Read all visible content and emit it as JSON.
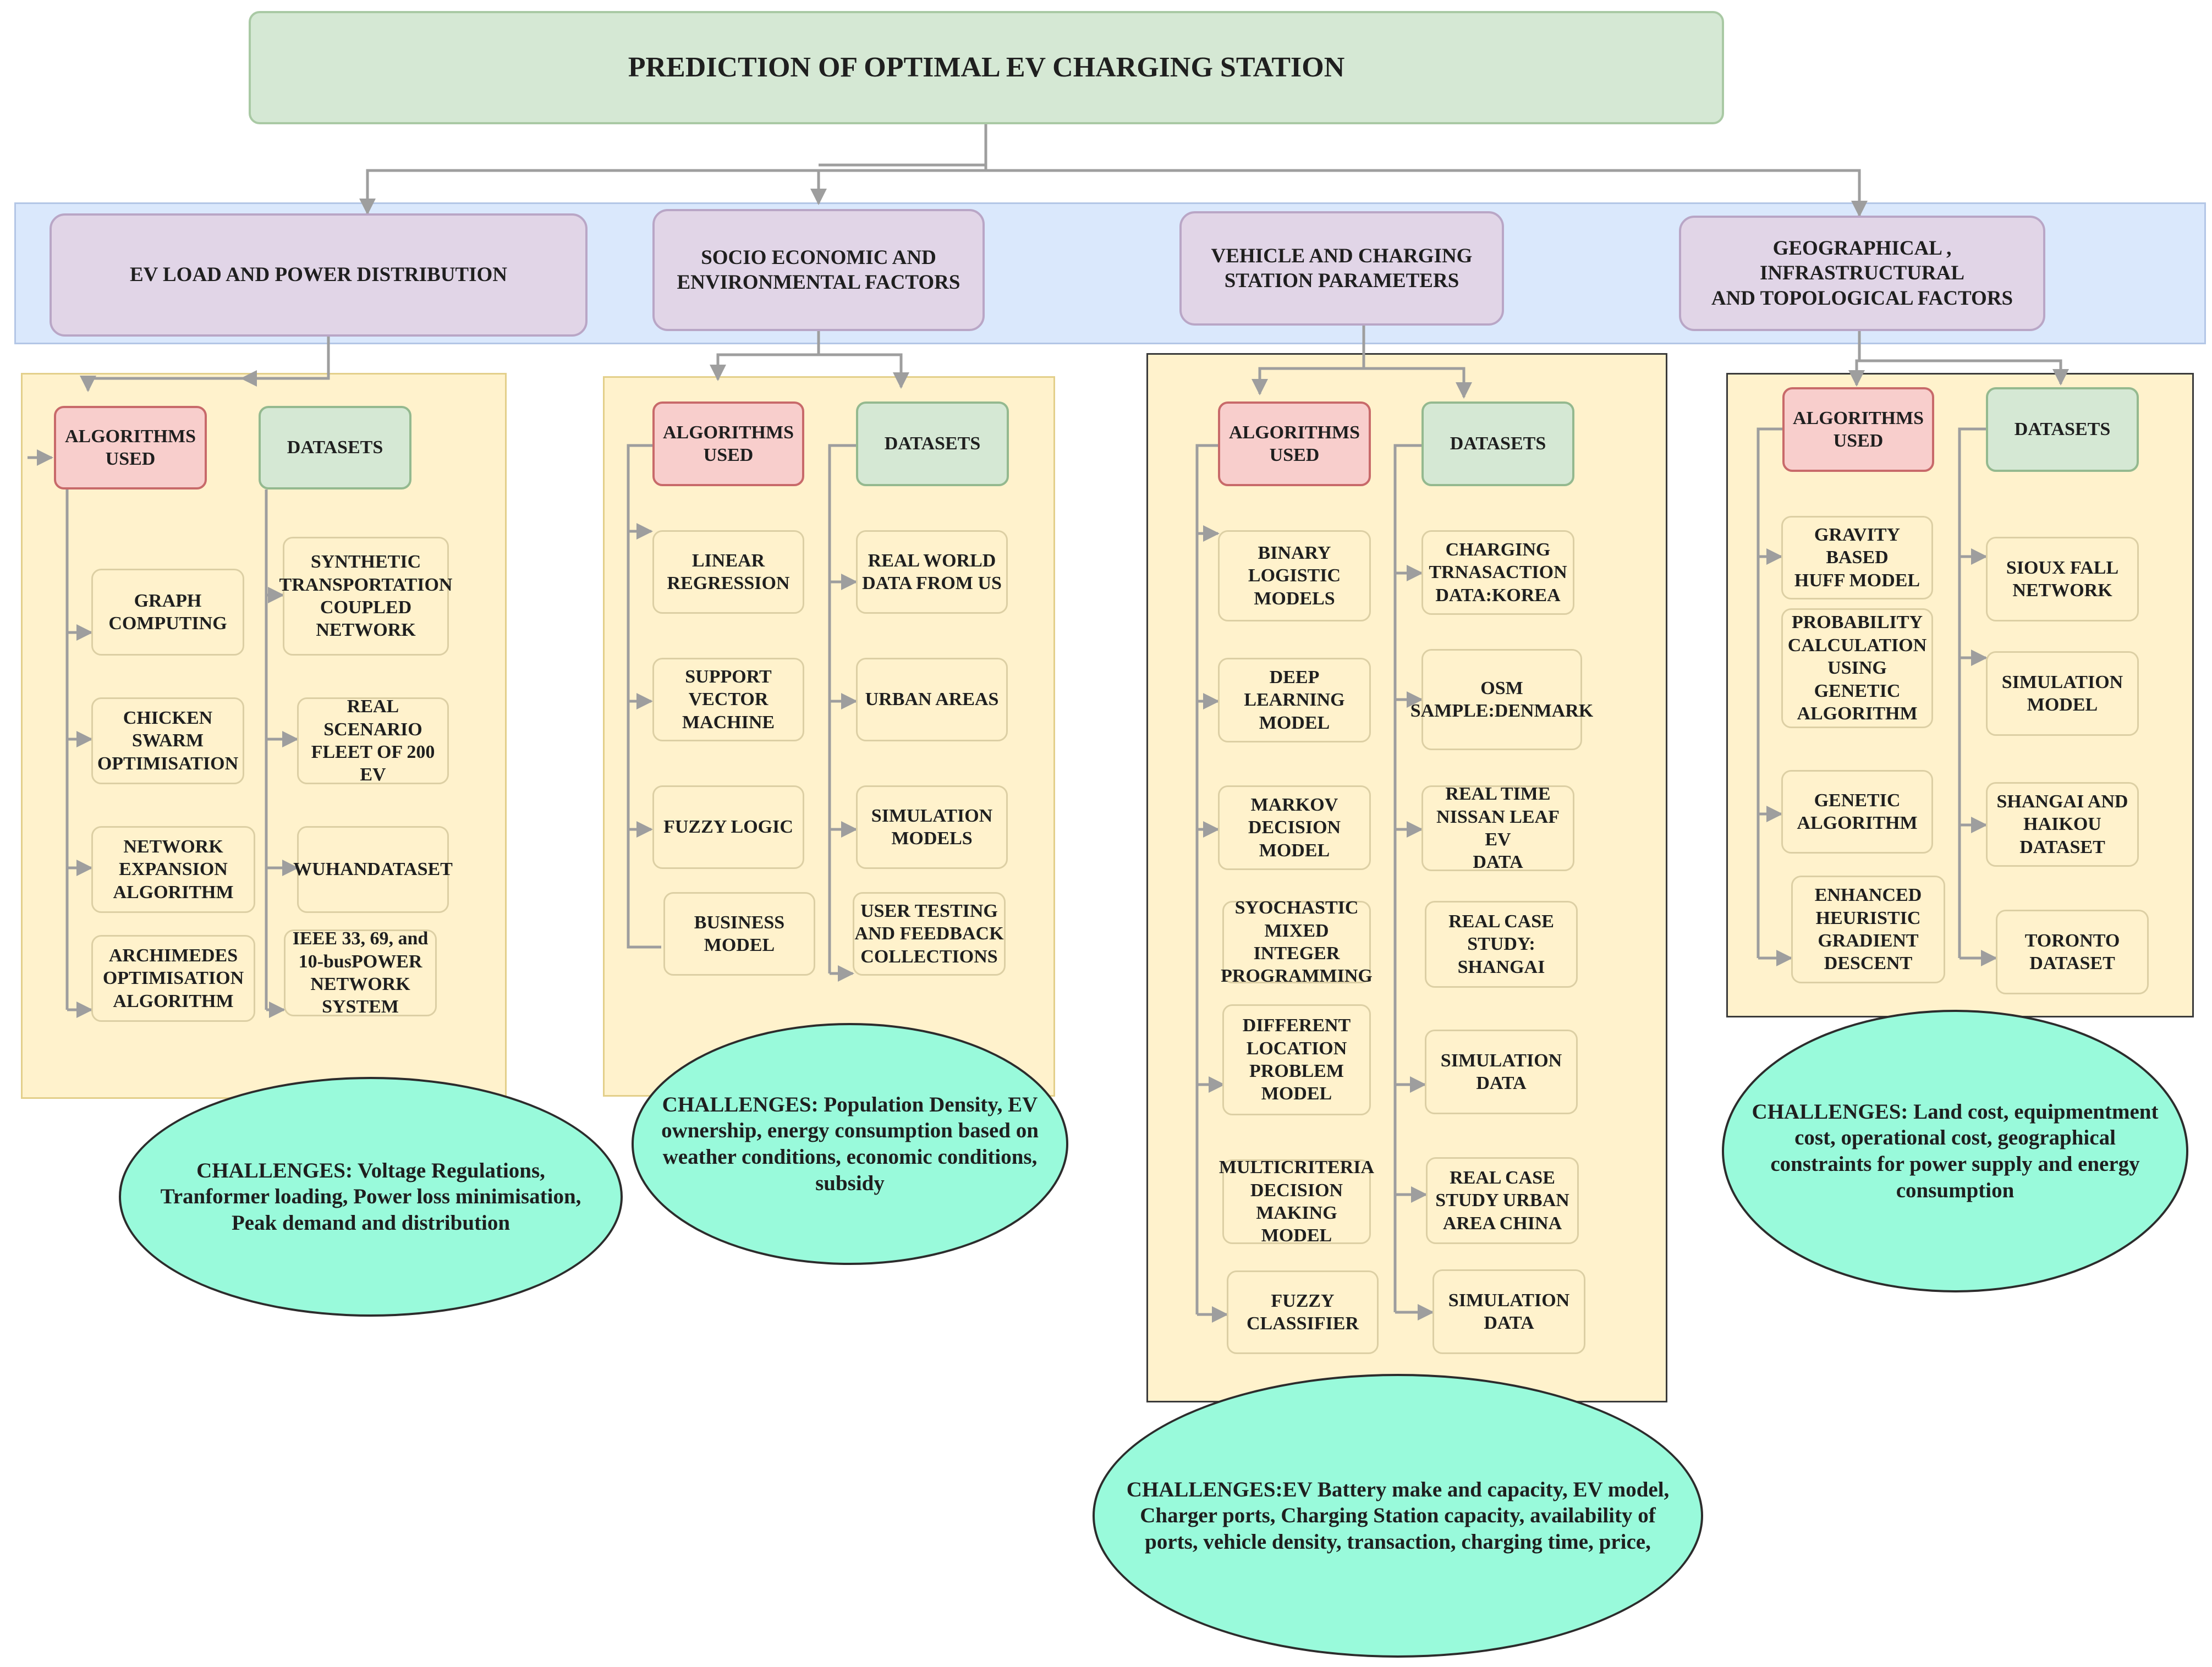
{
  "title": "PREDICTION OF OPTIMAL EV CHARGING STATION",
  "colors": {
    "title_fill": "#d5e8d4",
    "category_fill": "#e1d5e7",
    "category_band": "#dae8fc",
    "panel_fill": "#fff2cc",
    "algorithms_fill": "#f8cecc",
    "datasets_fill": "#d5e8d4",
    "challenge_fill": "#99fadb",
    "connector": "#9e9e9e"
  },
  "categories": [
    {
      "label": "EV LOAD AND POWER DISTRIBUTION",
      "algorithms_label": "ALGORITHMS\nUSED",
      "datasets_label": "DATASETS",
      "algorithms": [
        "GRAPH\nCOMPUTING",
        "CHICKEN\nSWARM\nOPTIMISATION",
        "NETWORK\nEXPANSION\nALGORITHM",
        "ARCHIMEDES\nOPTIMISATION\nALGORITHM"
      ],
      "datasets": [
        "SYNTHETIC\nTRANSPORTATION\nCOUPLED\nNETWORK",
        "REAL SCENARIO\nFLEET OF 200 EV",
        "WUHANDATASET",
        "IEEE 33, 69, and\n10-busPOWER\nNETWORK\nSYSTEM"
      ],
      "challenges": "CHALLENGES: Voltage Regulations, Tranformer loading, Power loss minimisation, Peak demand and distribution"
    },
    {
      "label": "SOCIO ECONOMIC AND\nENVIRONMENTAL FACTORS",
      "algorithms_label": "ALGORITHMS\nUSED",
      "datasets_label": "DATASETS",
      "algorithms": [
        "LINEAR\nREGRESSION",
        "SUPPORT\nVECTOR\nMACHINE",
        "FUZZY LOGIC",
        "BUSINESS\nMODEL"
      ],
      "datasets": [
        "REAL WORLD\nDATA FROM US",
        "URBAN AREAS",
        "SIMULATION\nMODELS",
        "USER TESTING\nAND FEEDBACK\nCOLLECTIONS"
      ],
      "challenges": "CHALLENGES: Population Density, EV ownership, energy consumption based on weather conditions, economic conditions, subsidy"
    },
    {
      "label": "VEHICLE AND  CHARGING\nSTATION PARAMETERS",
      "algorithms_label": "ALGORITHMS\nUSED",
      "datasets_label": "DATASETS",
      "algorithms": [
        "BINARY\nLOGISTIC\nMODELS",
        "DEEP LEARNING\nMODEL",
        "MARKOV\nDECISION\nMODEL",
        "SYOCHASTIC\nMIXED INTEGER\nPROGRAMMING",
        "DIFFERENT\nLOCATION\nPROBLEM\nMODEL",
        "MULTICRITERIA\nDECISION\nMAKING MODEL",
        "FUZZY\nCLASSIFIER"
      ],
      "datasets": [
        "CHARGING\nTRNASACTION\nDATA:KOREA",
        "OSM\nSAMPLE:DENMARK",
        "REAL TIME\nNISSAN LEAF EV\nDATA",
        "REAL CASE\nSTUDY:\nSHANGAI",
        "SIMULATION\nDATA",
        "REAL CASE\nSTUDY URBAN\nAREA CHINA",
        "SIMULATION\nDATA"
      ],
      "challenges": "CHALLENGES:EV Battery make and capacity, EV model, Charger ports, Charging Station capacity, availability of ports, vehicle density, transaction, charging time, price,"
    },
    {
      "label": "GEOGRAPHICAL , INFRASTRUCTURAL\nAND TOPOLOGICAL FACTORS",
      "algorithms_label": "ALGORITHMS\nUSED",
      "datasets_label": "DATASETS",
      "algorithms": [
        "GRAVITY BASED\nHUFF MODEL",
        "PROBABILITY\nCALCULATION\nUSING GENETIC\nALGORITHM",
        "GENETIC\nALGORITHM",
        "ENHANCED\nHEURISTIC\nGRADIENT\nDESCENT"
      ],
      "datasets": [
        "SIOUX FALL\nNETWORK",
        "SIMULATION\nMODEL",
        "SHANGAI AND\nHAIKOU\nDATASET",
        "TORONTO\nDATASET"
      ],
      "challenges": "CHALLENGES: Land cost, equipmentment cost, operational cost, geographical constraints for power supply and energy consumption"
    }
  ]
}
